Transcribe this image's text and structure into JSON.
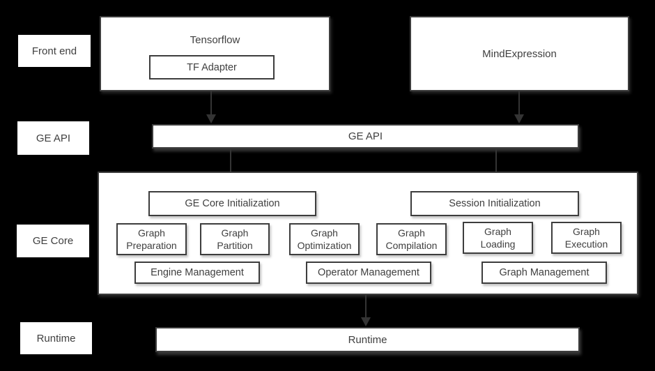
{
  "colors": {
    "background": "#000000",
    "box_fill": "#ffffff",
    "box_border": "#3d3d3d",
    "text": "#3f3f3f",
    "arrow": "#343434"
  },
  "sidebar_labels": {
    "front_end": "Front end",
    "ge_api": "GE API",
    "ge_core": "GE Core",
    "runtime": "Runtime"
  },
  "front_end_row": {
    "tensorflow_label": "Tensorflow",
    "tf_adapter_label": "TF Adapter",
    "mindexpression_label": "MindExpression"
  },
  "ge_api_bar_label": "GE API",
  "ge_core_section": {
    "ge_core_initialization": "GE Core Initialization",
    "session_initialization": "Session Initialization",
    "stages": [
      {
        "label": "Graph\nPreparation"
      },
      {
        "label": "Graph\nPartition"
      },
      {
        "label": "Graph\nOptimization"
      },
      {
        "label": "Graph\nCompilation"
      },
      {
        "label": "Graph\nLoading"
      },
      {
        "label": "Graph\nExecution"
      }
    ],
    "management": [
      {
        "label": "Engine Management"
      },
      {
        "label": "Operator Management"
      },
      {
        "label": "Graph Management"
      }
    ]
  },
  "runtime_bar_label": "Runtime"
}
